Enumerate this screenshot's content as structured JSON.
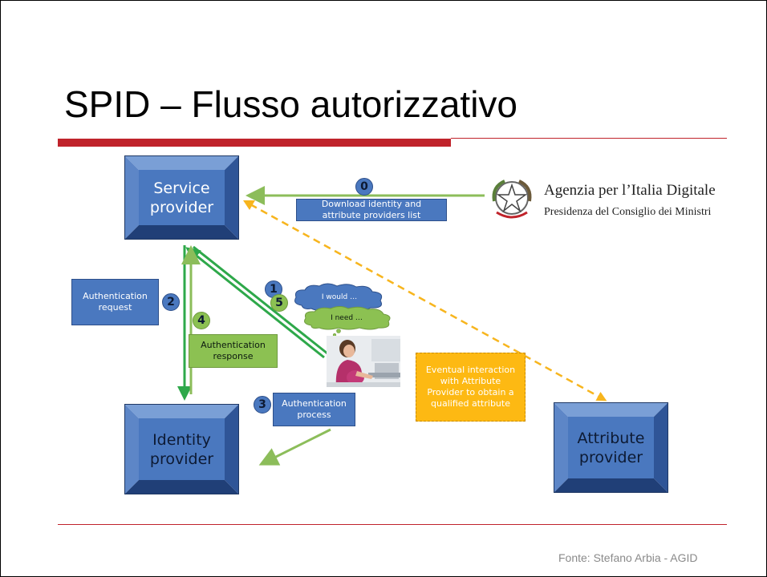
{
  "title": "SPID – Flusso autorizzativo",
  "footer": "Fonte: Stefano Arbia - AGID",
  "colors": {
    "accent_red": "#c0232b",
    "box_blue": "#4a78bf",
    "box_green": "#8cc152",
    "box_yellow": "#fdb913",
    "arrow_green_light": "#8cbd5a",
    "arrow_green_dark": "#2ea84a",
    "arrow_yellow": "#f7b51e"
  },
  "entities": {
    "service_provider": "Service\nprovider",
    "identity_provider": "Identity\nprovider",
    "attribute_provider": "Attribute\nprovider"
  },
  "agid": {
    "name": "Agenzia per l’Italia Digitale",
    "subtitle": "Presidenza del Consiglio dei Ministri"
  },
  "steps": {
    "step0": {
      "num": "0",
      "label": "Download identity and\nattribute providers list"
    },
    "step1": {
      "num": "1"
    },
    "step2": {
      "num": "2",
      "label": "Authentication\nrequest"
    },
    "step3": {
      "num": "3",
      "label": "Authentication\nprocess"
    },
    "step4": {
      "num": "4",
      "label": "Authentication\nresponse"
    },
    "step5": {
      "num": "5"
    }
  },
  "clouds": {
    "blue": "I would …",
    "green": "I need …"
  },
  "eventual": "Eventual interaction\nwith Attribute\nProvider to obtain a\nqualified attribute",
  "icons": {
    "emblem": "italian-republic-emblem-icon",
    "user_photo": "user-at-laptop-photo"
  }
}
